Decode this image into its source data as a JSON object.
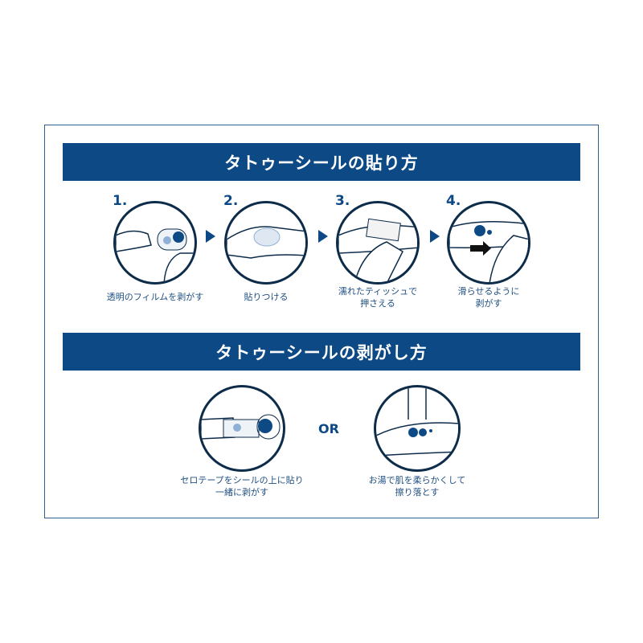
{
  "apply": {
    "title": "タトゥーシールの貼り方",
    "steps": [
      {
        "number": "1.",
        "caption_line1": "透明のフィルムを剥がす",
        "caption_line2": ""
      },
      {
        "number": "2.",
        "caption_line1": "貼りつける",
        "caption_line2": ""
      },
      {
        "number": "3.",
        "caption_line1": "濡れたティッシュで",
        "caption_line2": "押さえる"
      },
      {
        "number": "4.",
        "caption_line1": "滑らせるように",
        "caption_line2": "剥がす"
      }
    ]
  },
  "remove": {
    "title": "タトゥーシールの剥がし方",
    "separator": "OR",
    "methods": [
      {
        "caption_line1": "セロテープをシールの上に貼り",
        "caption_line2": "一緒に剥がす"
      },
      {
        "caption_line1": "お湯で肌を柔らかくして",
        "caption_line2": "擦り落とす"
      }
    ]
  },
  "colors": {
    "brand": "#0d4a85",
    "outline": "#0d2c4a"
  }
}
